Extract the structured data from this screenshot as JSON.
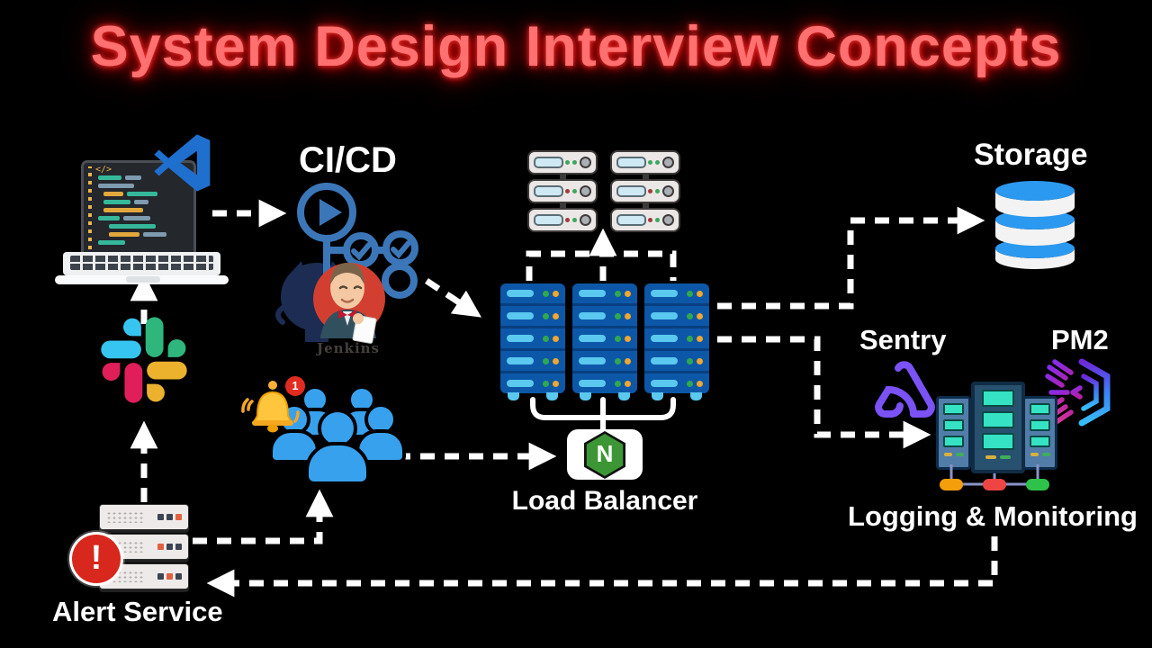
{
  "title": "System Design Interview Concepts",
  "nodes": {
    "developer": {
      "name": "developer laptop with code editor",
      "code_glyph": "</>"
    },
    "cicd": {
      "label": "CI/CD",
      "tool_label": "Jenkins"
    },
    "web_cluster": {
      "name": "web server cluster"
    },
    "app_racks": {
      "name": "application server racks"
    },
    "load_balancer": {
      "label": "Load Balancer",
      "logo_letter": "N"
    },
    "storage": {
      "label": "Storage"
    },
    "sentry": {
      "label": "Sentry"
    },
    "pm2": {
      "label": "PM2"
    },
    "logging": {
      "label": "Logging & Monitoring"
    },
    "alert": {
      "label": "Alert Service",
      "badge_glyph": "!"
    },
    "users": {
      "bell_badge": "1"
    }
  },
  "colors": {
    "title_red": "#ff7070",
    "rack_blue": "#0d57a8",
    "rack_pill_blue": "#5ac8ef",
    "nginx_green": "#3d9635",
    "storage_blue": "#2b99f0",
    "sentry_purple": "#7a52f5",
    "user_blue": "#38a1ee",
    "bell_amber": "#ffc53d",
    "alert_red": "#d8271c",
    "slack_blue": "#36C5F0",
    "slack_green": "#2EB67D",
    "slack_yellow": "#ECB22E",
    "slack_red": "#E01E5A",
    "arrow_white": "#ffffff"
  }
}
